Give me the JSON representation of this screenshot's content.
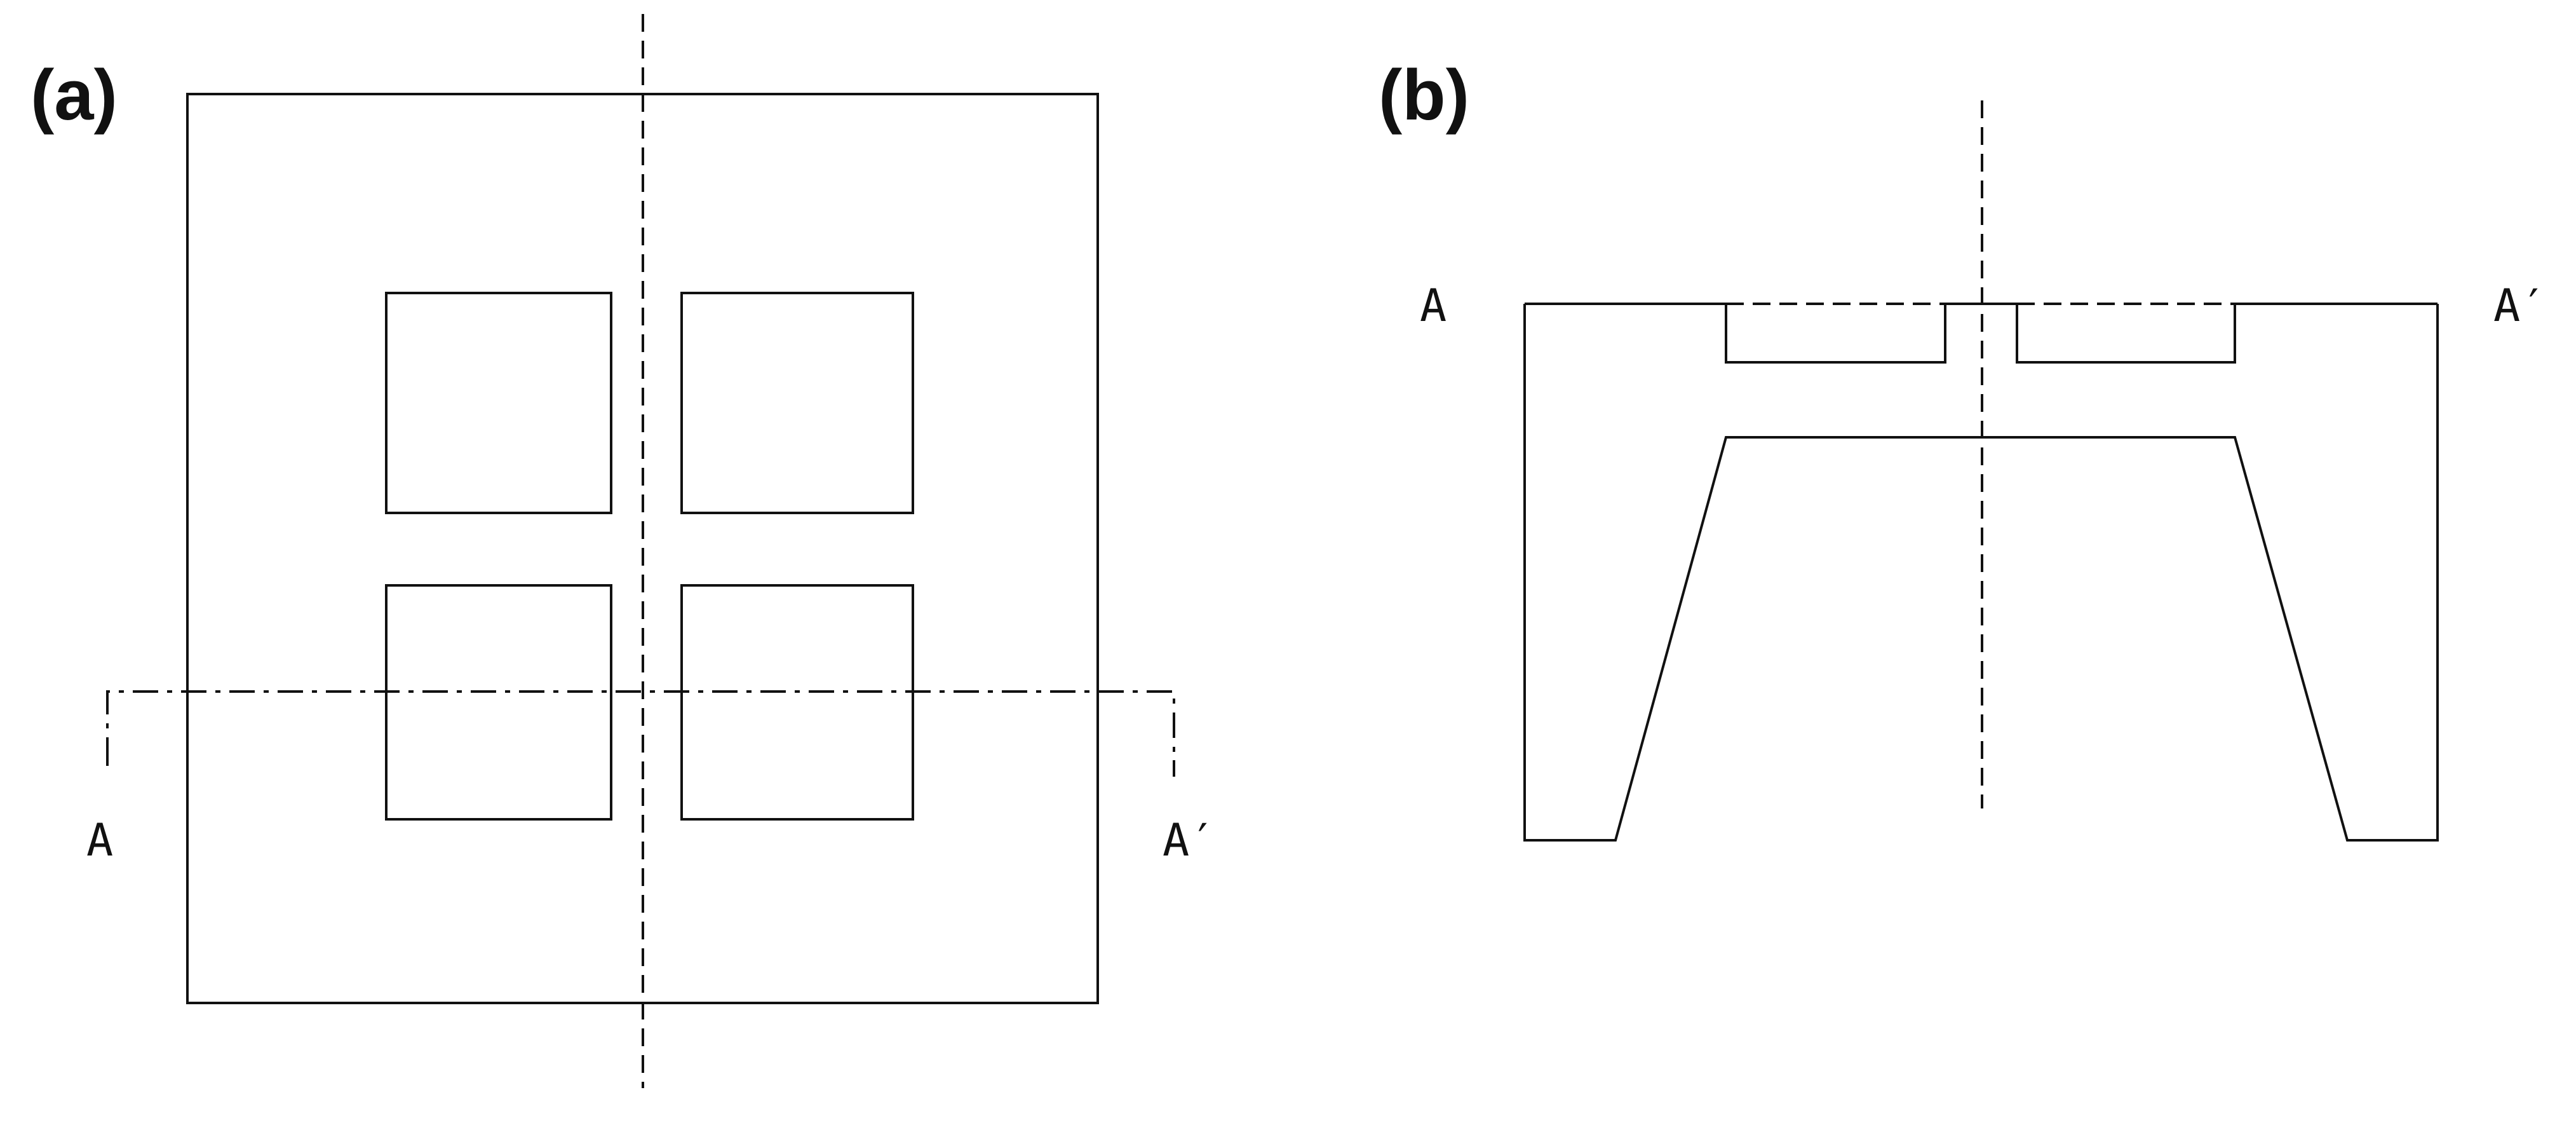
{
  "panel_a": {
    "label": "(a)",
    "section_start": "A",
    "section_end": "A′"
  },
  "panel_b": {
    "label": "(b)",
    "section_start": "A",
    "section_end": "A′"
  }
}
